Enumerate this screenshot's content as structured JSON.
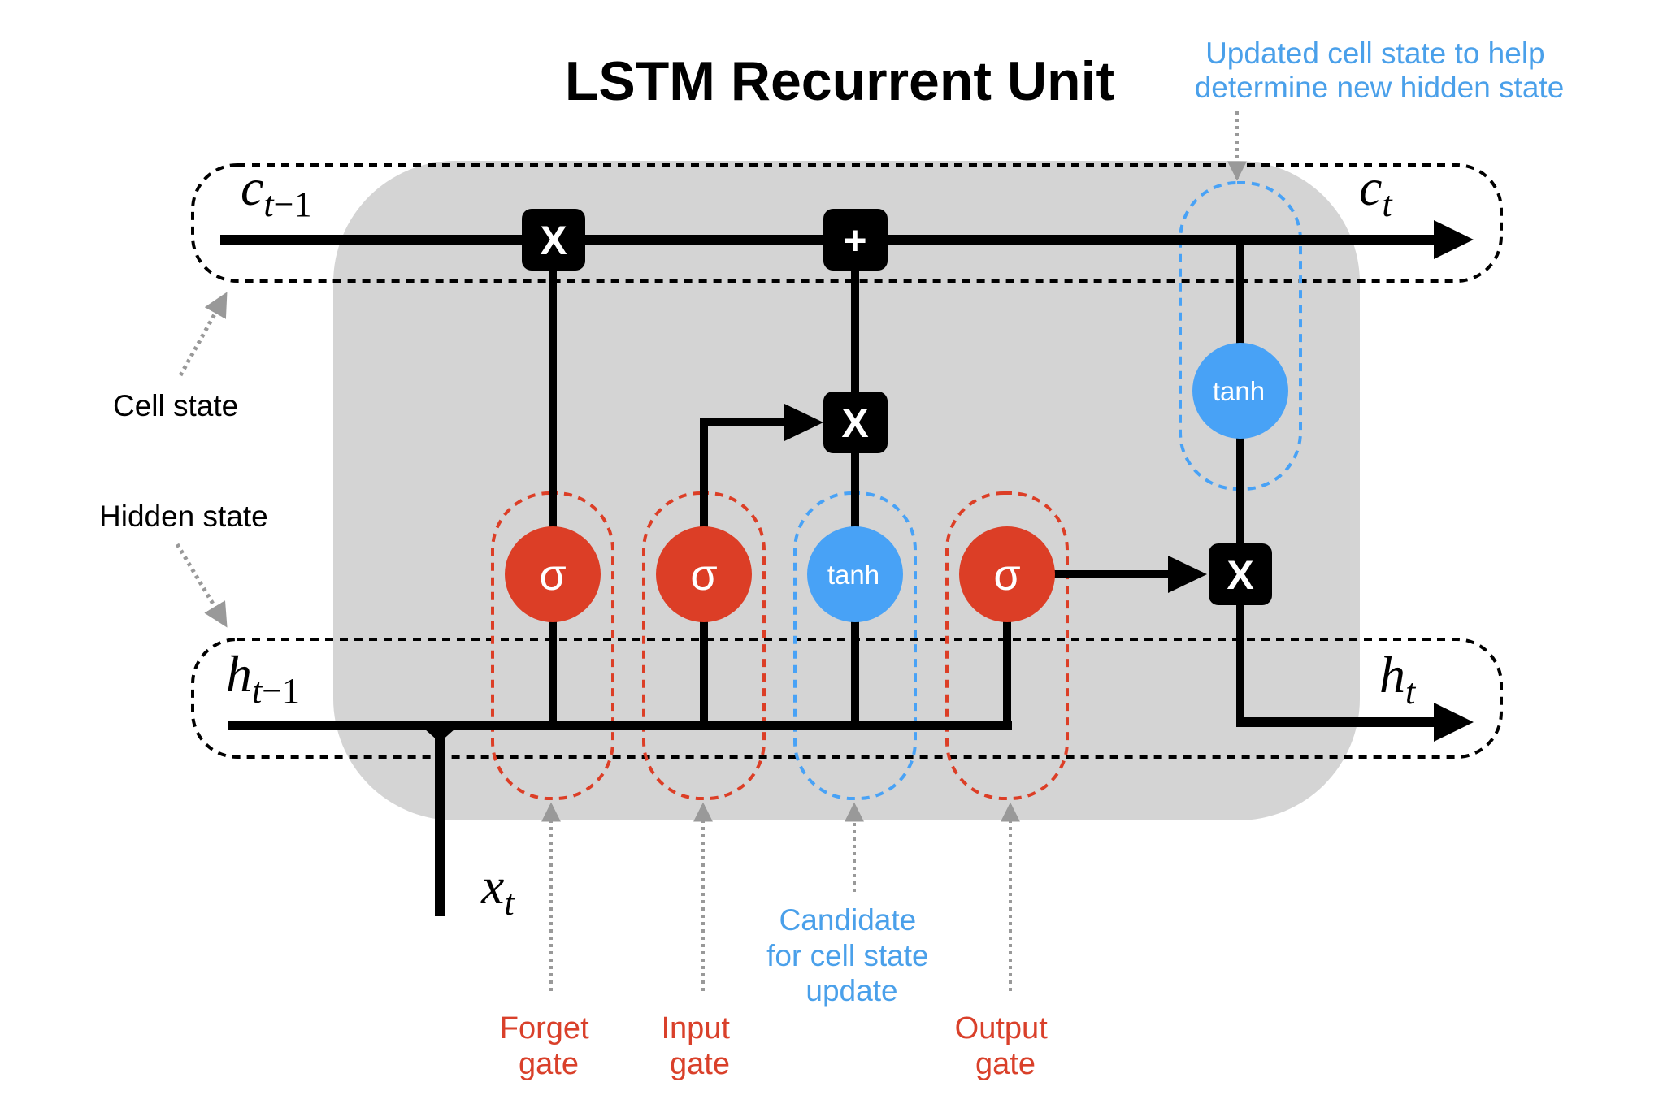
{
  "title": "LSTM Recurrent Unit",
  "colors": {
    "gate_red": "#dc3e26",
    "candidate_blue": "#48a2f6",
    "label_red": "#d9402a",
    "label_blue": "#4aa0ea",
    "unit_background": "#d4d4d4",
    "pointer_gray": "#999999",
    "line_black": "#000000"
  },
  "state_labels": {
    "cell_state": "Cell state",
    "hidden_state": "Hidden state"
  },
  "variables": {
    "c_prev": {
      "main": "c",
      "sub": "t",
      "sub_rest": "−1"
    },
    "c_next": {
      "main": "c",
      "sub": "t"
    },
    "h_prev": {
      "main": "h",
      "sub": "t",
      "sub_rest": "−1"
    },
    "h_next": {
      "main": "h",
      "sub": "t"
    },
    "x_in": {
      "main": "x",
      "sub": "t"
    }
  },
  "operations": {
    "forget_multiply": "X",
    "cell_add": "+",
    "input_multiply": "X",
    "output_multiply": "X"
  },
  "activations": {
    "forget_gate": "σ",
    "input_gate": "σ",
    "candidate": "tanh",
    "output_gate": "σ",
    "cell_output": "tanh"
  },
  "annotations": {
    "updated_cell_state": [
      "Updated cell state to help",
      "determine new hidden state"
    ],
    "candidate": [
      "Candidate",
      "for cell state",
      "update"
    ],
    "forget_gate": [
      "Forget",
      "gate"
    ],
    "input_gate": [
      "Input",
      "gate"
    ],
    "output_gate": [
      "Output",
      "gate"
    ]
  }
}
